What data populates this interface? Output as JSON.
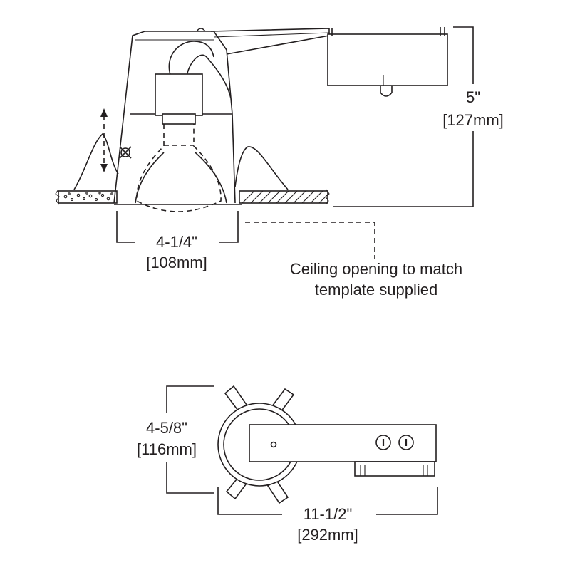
{
  "side_view": {
    "height_dim": {
      "imperial": "5\"",
      "metric": "[127mm]"
    },
    "opening_dim": {
      "imperial": "4-1/4\"",
      "metric": "[108mm]"
    },
    "note": {
      "line1": "Ceiling opening to match",
      "line2": "template supplied"
    }
  },
  "top_view": {
    "width_dim": {
      "imperial": "4-5/8\"",
      "metric": "[116mm]"
    },
    "length_dim": {
      "imperial": "11-1/2\"",
      "metric": "[292mm]"
    }
  },
  "colors": {
    "ink": "#231f20",
    "background": "#ffffff"
  }
}
